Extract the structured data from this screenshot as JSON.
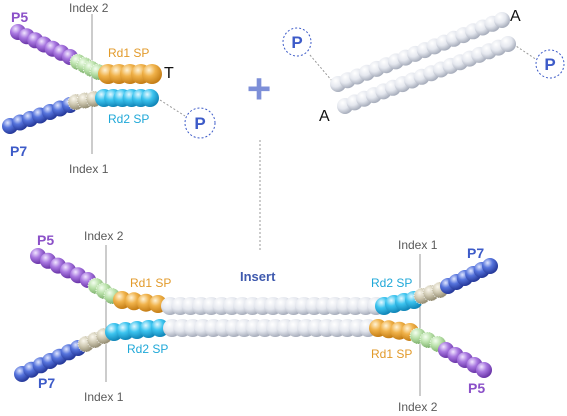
{
  "top_left": {
    "p5": "P5",
    "p7": "P7",
    "index2": "Index 2",
    "index1": "Index 1",
    "rd1": "Rd1 SP",
    "rd2": "Rd2 SP",
    "overhang": "T",
    "phosphate": "P"
  },
  "plus": "+",
  "top_right": {
    "base_top": "A",
    "base_bottom": "A",
    "phosphate_left": "P",
    "phosphate_right": "P"
  },
  "bottom": {
    "p5_left": "P5",
    "p7_left": "P7",
    "index2_left": "Index 2",
    "index1_left": "Index 1",
    "rd1_left": "Rd1 SP",
    "rd2_left": "Rd2 SP",
    "insert": "Insert",
    "index1_right": "Index 1",
    "index2_right": "Index 2",
    "rd2_right": "Rd2 SP",
    "rd1_right": "Rd1 SP",
    "p7_right": "P7",
    "p5_right": "P5"
  },
  "colors": {
    "p5": "#8b50c8",
    "p7": "#3d5bc8",
    "rd1": "#e8a030",
    "rd2": "#28b8e8",
    "insert": "#d6dae3",
    "index": "#9fd48f",
    "index_grey": "#b8b29a"
  }
}
